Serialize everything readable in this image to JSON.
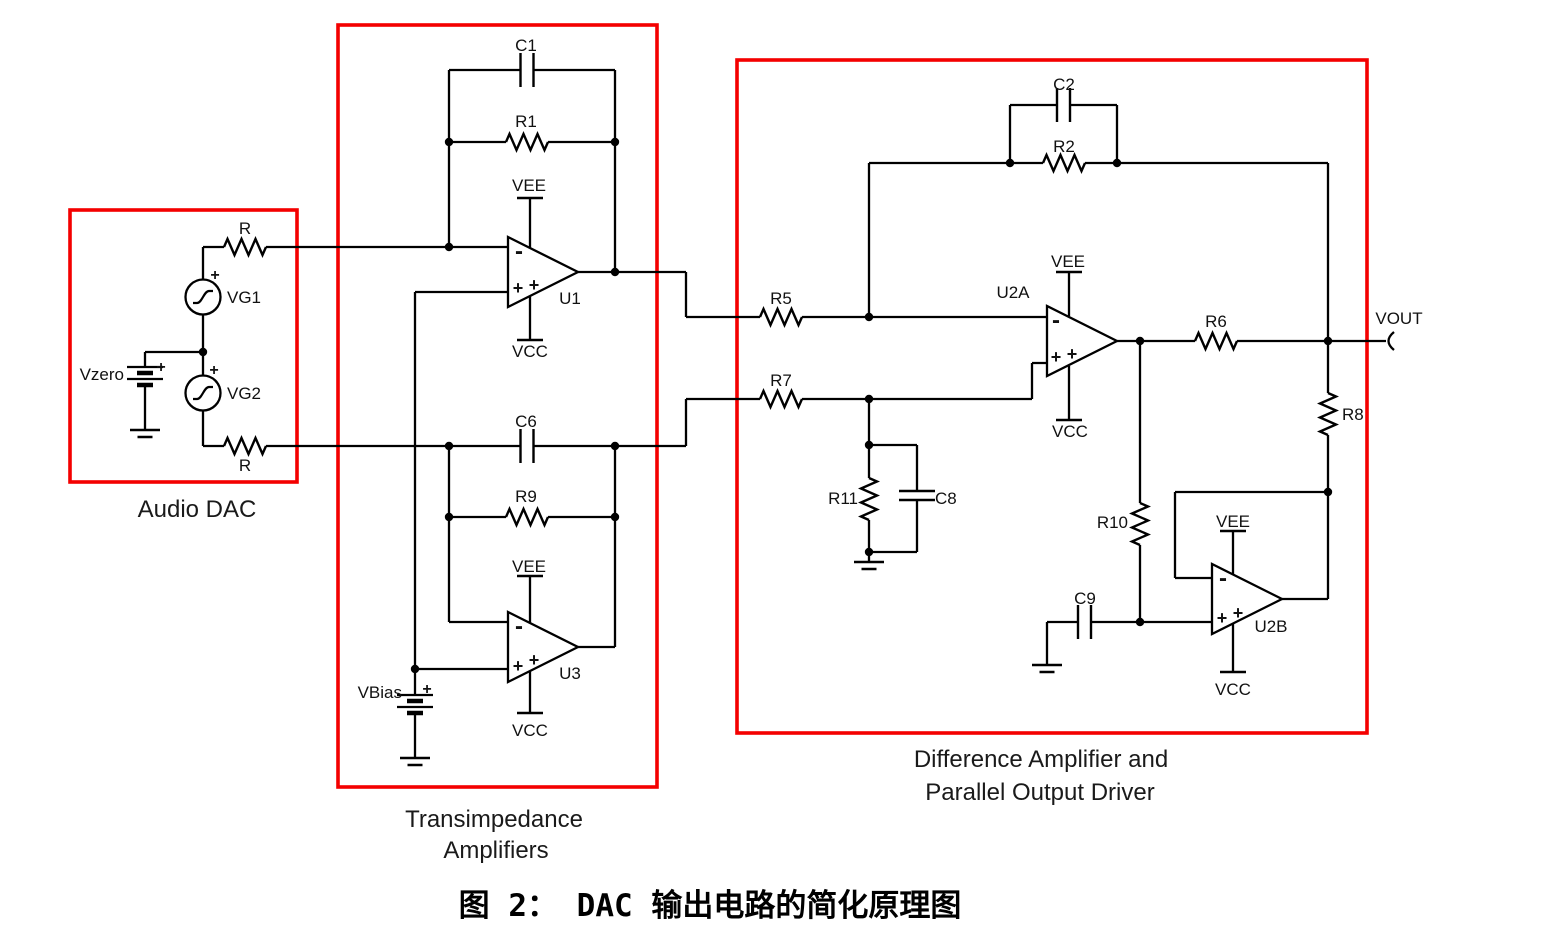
{
  "figure": {
    "caption": "图 2： DAC 输出电路的简化原理图"
  },
  "sections": {
    "audio_dac": {
      "label": "Audio DAC"
    },
    "transimpedance": {
      "line1": "Transimpedance",
      "line2": "Amplifiers"
    },
    "difference": {
      "line1": "Difference Amplifier and",
      "line2": "Parallel Output Driver"
    }
  },
  "labels": {
    "r_top": "R",
    "r_bottom": "R",
    "vg1": "VG1",
    "vg2": "VG2",
    "vzero": "Vzero",
    "vbias": "VBias",
    "c1": "C1",
    "r1": "R1",
    "u1": "U1",
    "c6": "C6",
    "r9": "R9",
    "u3": "U3",
    "r5": "R5",
    "r7": "R7",
    "c2": "C2",
    "r2": "R2",
    "u2a": "U2A",
    "u2b": "U2B",
    "r11": "R11",
    "c8": "C8",
    "r6": "R6",
    "r8": "R8",
    "r10": "R10",
    "c9": "C9",
    "vout": "VOUT"
  },
  "power": {
    "vee": "VEE",
    "vcc": "VCC"
  },
  "marks": {
    "plus": "+",
    "minus": "-"
  },
  "colors": {
    "wire": "#000000",
    "highlight_box": "#f40000",
    "background": "#ffffff",
    "label_text": "#111111"
  }
}
